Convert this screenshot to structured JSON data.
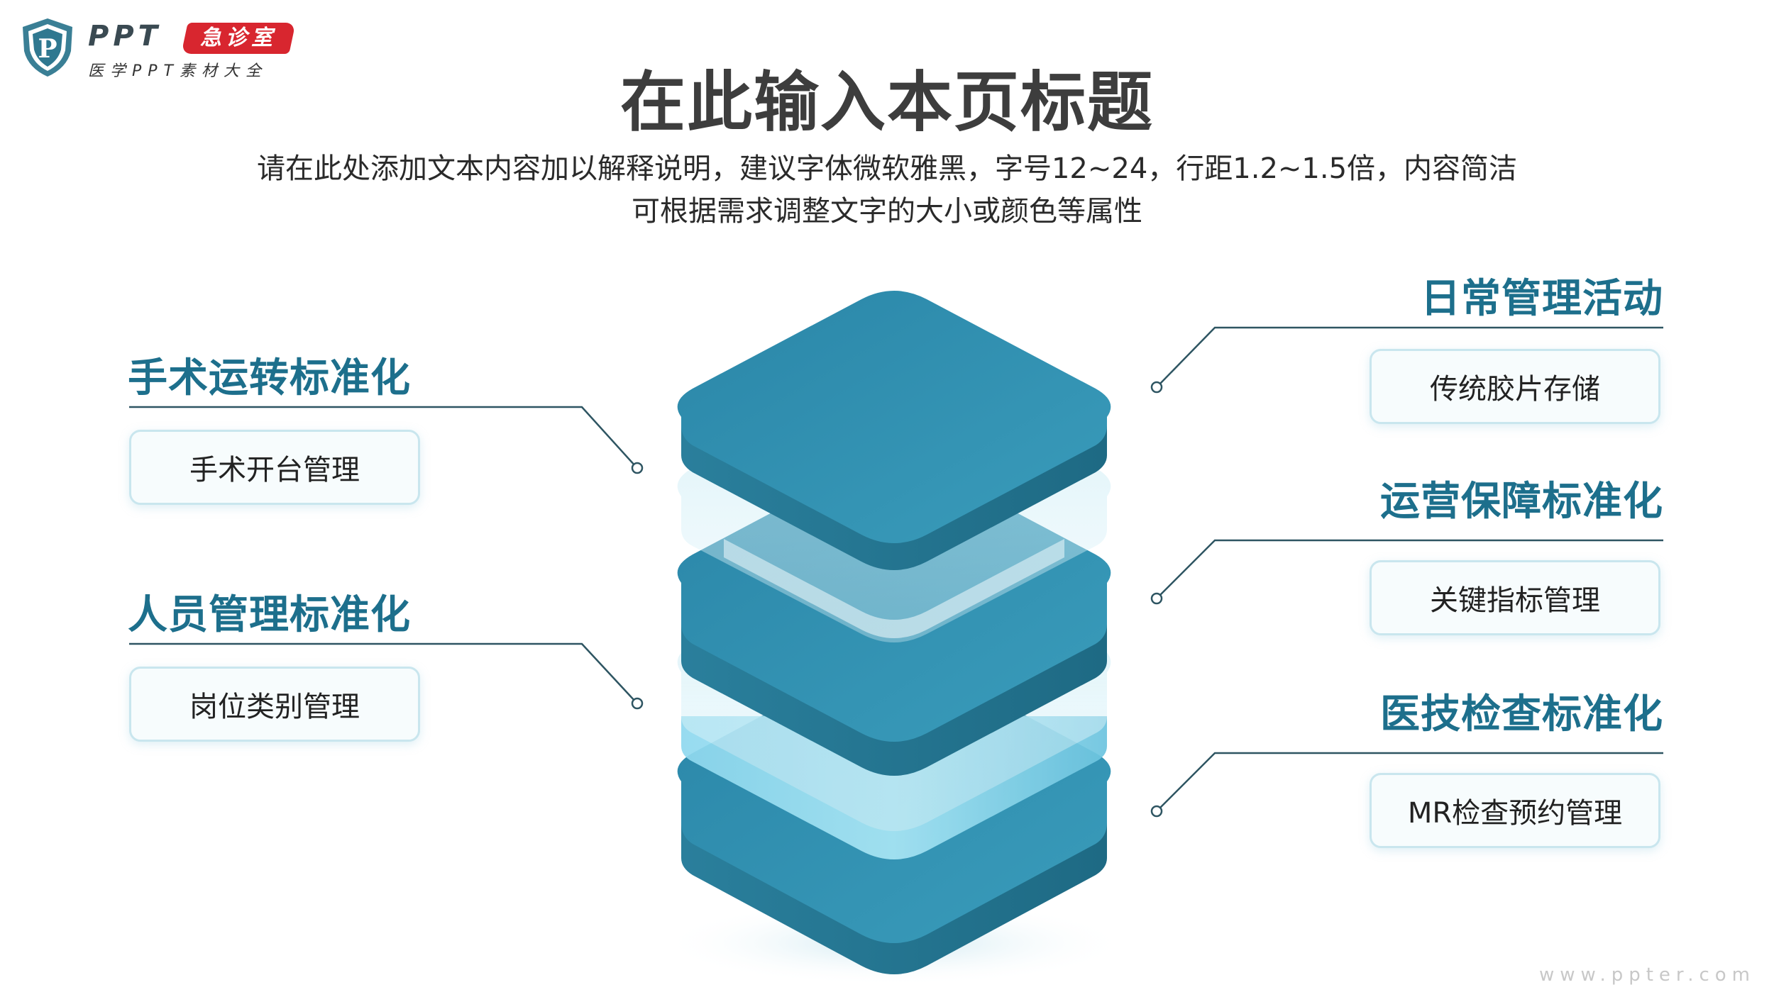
{
  "logo": {
    "brand": "PPT",
    "tag": "急诊室",
    "subtitle": "医学PPT素材大全",
    "badge_letter": "P"
  },
  "title": "在此输入本页标题",
  "description": [
    "请在此处添加文本内容加以解释说明，建议字体微软雅黑，字号12~24，行距1.2~1.5倍，内容简洁",
    "可根据需求调整文字的大小或颜色等属性"
  ],
  "left_items": [
    {
      "heading": "手术运转标准化",
      "box": "手术开台管理"
    },
    {
      "heading": "人员管理标准化",
      "box": "岗位类别管理"
    }
  ],
  "right_items": [
    {
      "heading": "日常管理活动",
      "box": "传统胶片存储"
    },
    {
      "heading": "运营保障标准化",
      "box": "关键指标管理"
    },
    {
      "heading": "医技检查标准化",
      "box": "MR检查预约管理"
    }
  ],
  "watermark": "www.ppter.com",
  "colors": {
    "heading": "#1d6f8c",
    "layer_top": "#2e8eae",
    "layer_side": "#21708b",
    "layer_light": "#8fd9ef",
    "logo_red": "#d8262f",
    "logo_shield": "#3a7f95"
  }
}
